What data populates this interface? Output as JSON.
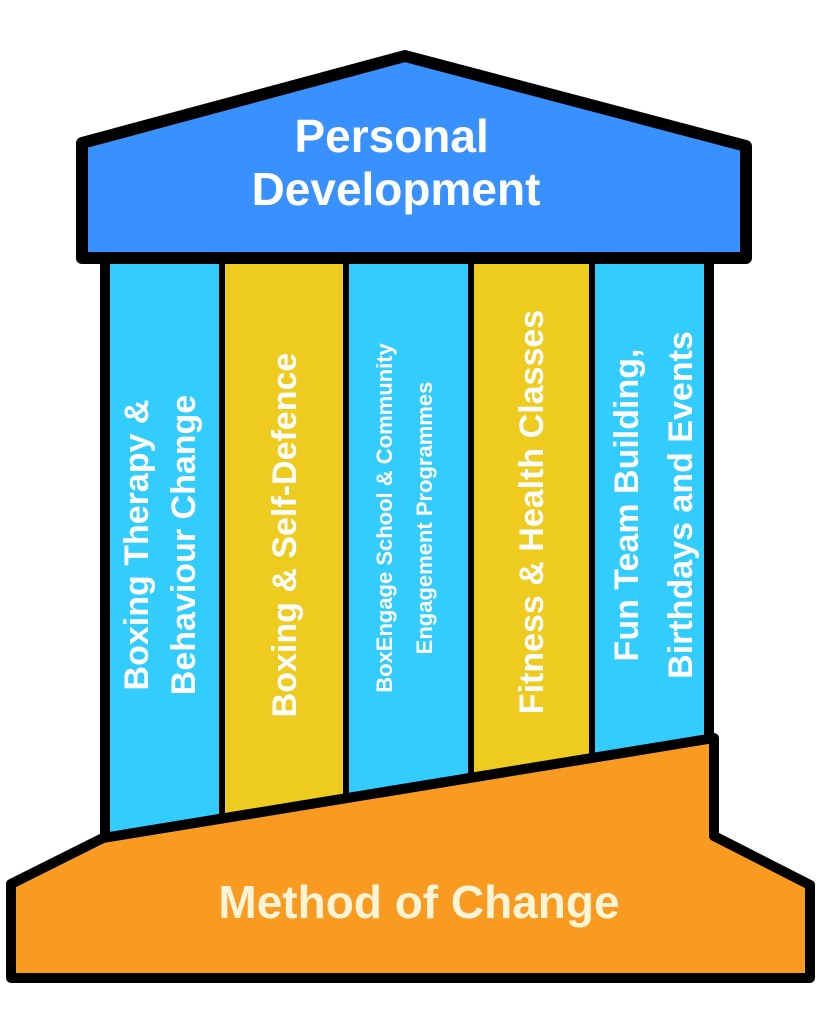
{
  "roof": {
    "lines": [
      "Personal",
      "Development"
    ],
    "color": "#3891FE"
  },
  "pillars": [
    {
      "lines": [
        "Boxing Therapy &",
        "Behaviour Change"
      ],
      "color": "#33CCFF"
    },
    {
      "lines": [
        "Boxing & Self-Defence"
      ],
      "color": "#EDCB1F"
    },
    {
      "lines": [
        "BoxEngage School & Community",
        "Engagement Programmes"
      ],
      "color": "#33CCFF"
    },
    {
      "lines": [
        "Fitness & Health Classes"
      ],
      "color": "#EDCB1F"
    },
    {
      "lines": [
        "Fun Team Building,",
        "Birthdays and Events"
      ],
      "color": "#33CCFF"
    }
  ],
  "base": {
    "label": "Method of Change",
    "color": "#F99B20",
    "text_color": "#FFF4D6"
  },
  "outline_color": "#000000"
}
